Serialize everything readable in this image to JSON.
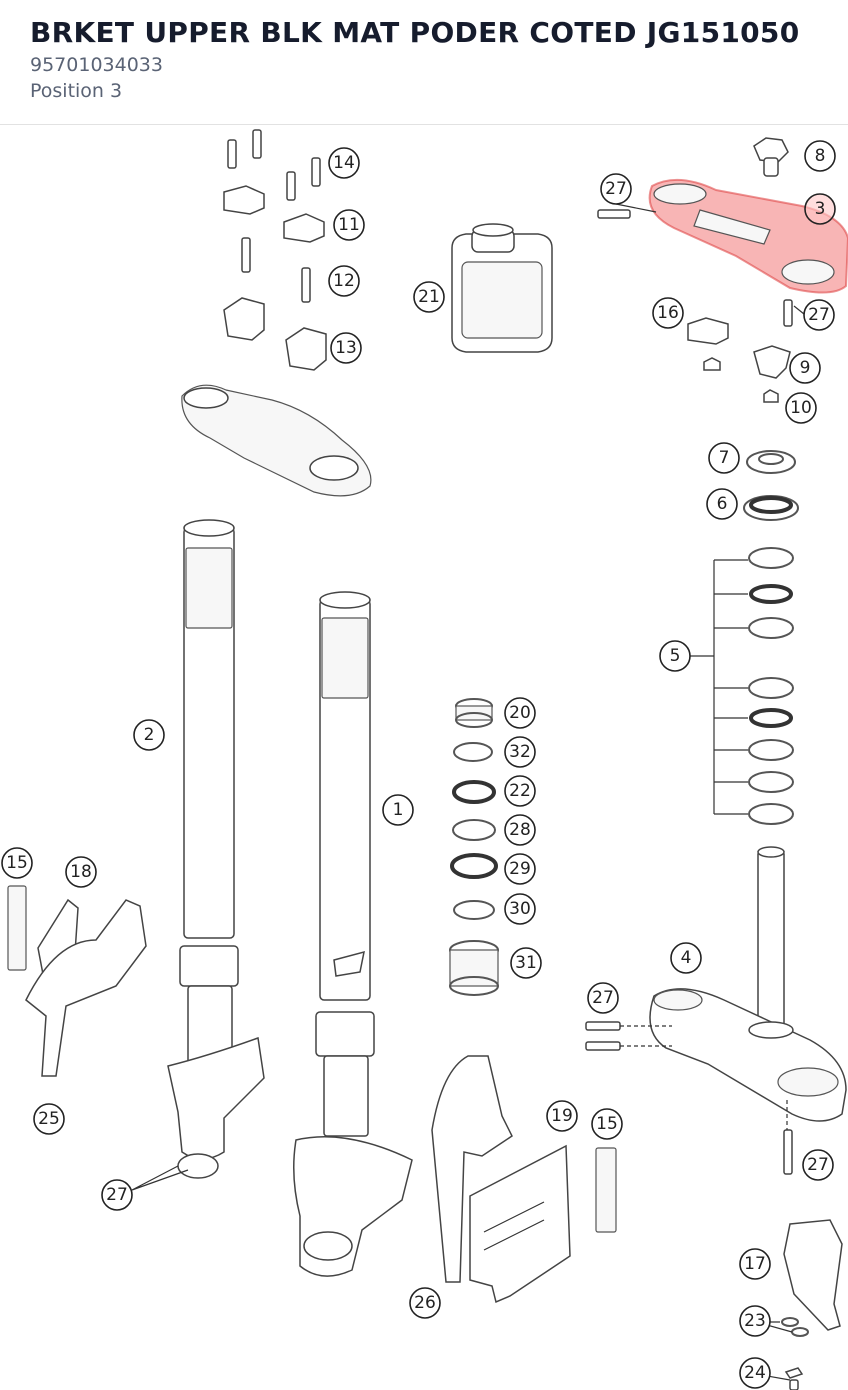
{
  "part": {
    "title": "BRKET UPPER BLK MAT PODER COTED JG151050",
    "number": "95701034033",
    "position": "Position 3"
  },
  "diagram": {
    "highlighted_position": "3",
    "highlight_color": "#f05a5a",
    "callouts": {
      "c14": "14",
      "c11": "11",
      "c12": "12",
      "c13": "13",
      "c21": "21",
      "c8": "8",
      "c27a": "27",
      "c3": "3",
      "c27b": "27",
      "c16": "16",
      "c9": "9",
      "c10": "10",
      "c7": "7",
      "c6": "6",
      "c5": "5",
      "c2": "2",
      "c1": "1",
      "c20": "20",
      "c32": "32",
      "c22": "22",
      "c28": "28",
      "c29": "29",
      "c30": "30",
      "c31": "31",
      "c15a": "15",
      "c18": "18",
      "c25": "25",
      "c27c": "27",
      "c4": "4",
      "c27d": "27",
      "c19": "19",
      "c15b": "15",
      "c27e": "27",
      "c26": "26",
      "c17": "17",
      "c23": "23",
      "c24": "24"
    }
  }
}
